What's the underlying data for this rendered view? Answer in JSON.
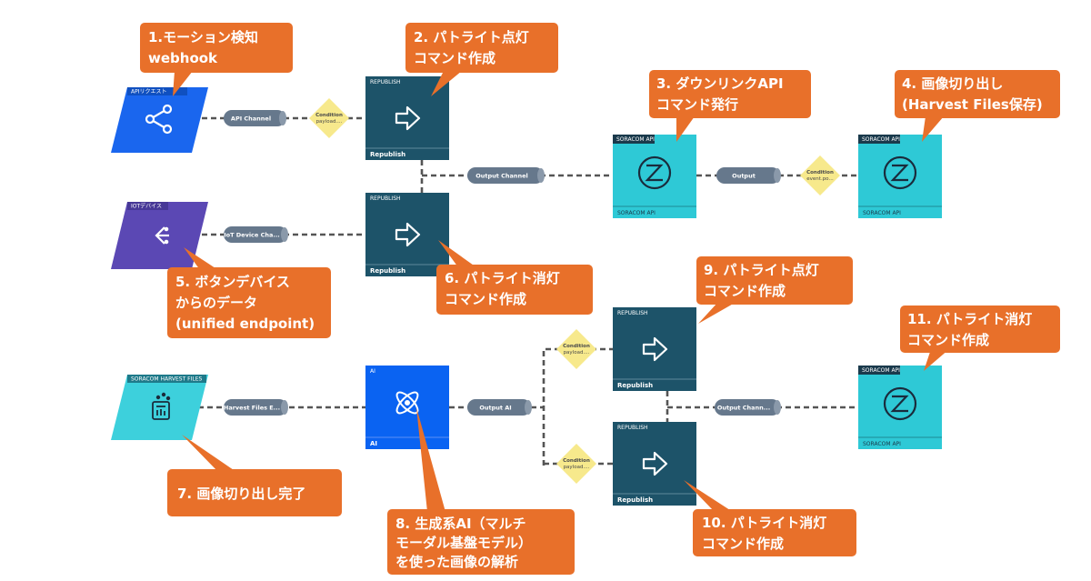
{
  "nodes": {
    "api": {
      "title": "APIリクエスト",
      "icon": "share-icon"
    },
    "iot": {
      "title": "IOTデバイス",
      "icon": "device-icon"
    },
    "harvest": {
      "title": "SORACOM HARVEST FILES",
      "icon": "files-icon"
    },
    "republish1": {
      "title": "REPUBLISH",
      "label": "Republish"
    },
    "republish2": {
      "title": "REPUBLISH",
      "label": "Republish"
    },
    "republish3": {
      "title": "REPUBLISH",
      "label": "Republish"
    },
    "republish4": {
      "title": "REPUBLISH",
      "label": "Republish"
    },
    "soracom1": {
      "title": "SORACOM API",
      "label": "SORACOM API"
    },
    "soracom2": {
      "title": "SORACOM API",
      "label": "SORACOM API"
    },
    "soracom3": {
      "title": "SORACOM API",
      "label": "SORACOM API"
    },
    "ai": {
      "title": "AI",
      "label": "AI"
    }
  },
  "channels": {
    "api": "API Channel",
    "output1": "Output Channel",
    "output2": "Output",
    "iot": "IoT Device Cha...",
    "harvest": "Harvest Files E...",
    "outputai": "Output AI",
    "output3": "Output Chann..."
  },
  "conditions": {
    "c1": {
      "title": "Condition",
      "text": "payload...."
    },
    "c2": {
      "title": "Condition",
      "text": "event.po..."
    },
    "c3": {
      "title": "Condition",
      "text": "payload...."
    },
    "c4": {
      "title": "Condition",
      "text": "payload...."
    }
  },
  "callouts": {
    "c1": [
      "1.モーション検知",
      "webhook"
    ],
    "c2": [
      "2. パトライト点灯",
      "コマンド作成"
    ],
    "c3": [
      "3. ダウンリンクAPI",
      "コマンド発行"
    ],
    "c4": [
      "4. 画像切り出し",
      "(Harvest Files保存)"
    ],
    "c5": [
      "5. ボタンデバイス",
      "からのデータ",
      "(unified endpoint)"
    ],
    "c6": [
      "6. パトライト消灯",
      "コマンド作成"
    ],
    "c7": [
      "7. 画像切り出し完了"
    ],
    "c8": [
      "8. 生成系AI（マルチ",
      "モーダル基盤モデル）",
      "を使った画像の解析"
    ],
    "c9": [
      "9. パトライト点灯",
      "コマンド作成"
    ],
    "c10": [
      "10. パトライト消灯",
      "コマンド作成"
    ],
    "c11": [
      "11. パトライト消灯",
      "コマンド作成"
    ]
  },
  "colors": {
    "callout": "#e8702a",
    "republish": "#1d5369",
    "soracom": "#2ec9d6",
    "ai": "#0a63f2",
    "api_source": "#1a66ee",
    "iot_source": "#5b48b4",
    "harvest_source": "#3dd0dc",
    "channel": "#66788c",
    "condition": "#f7e98c",
    "line": "#555555"
  }
}
